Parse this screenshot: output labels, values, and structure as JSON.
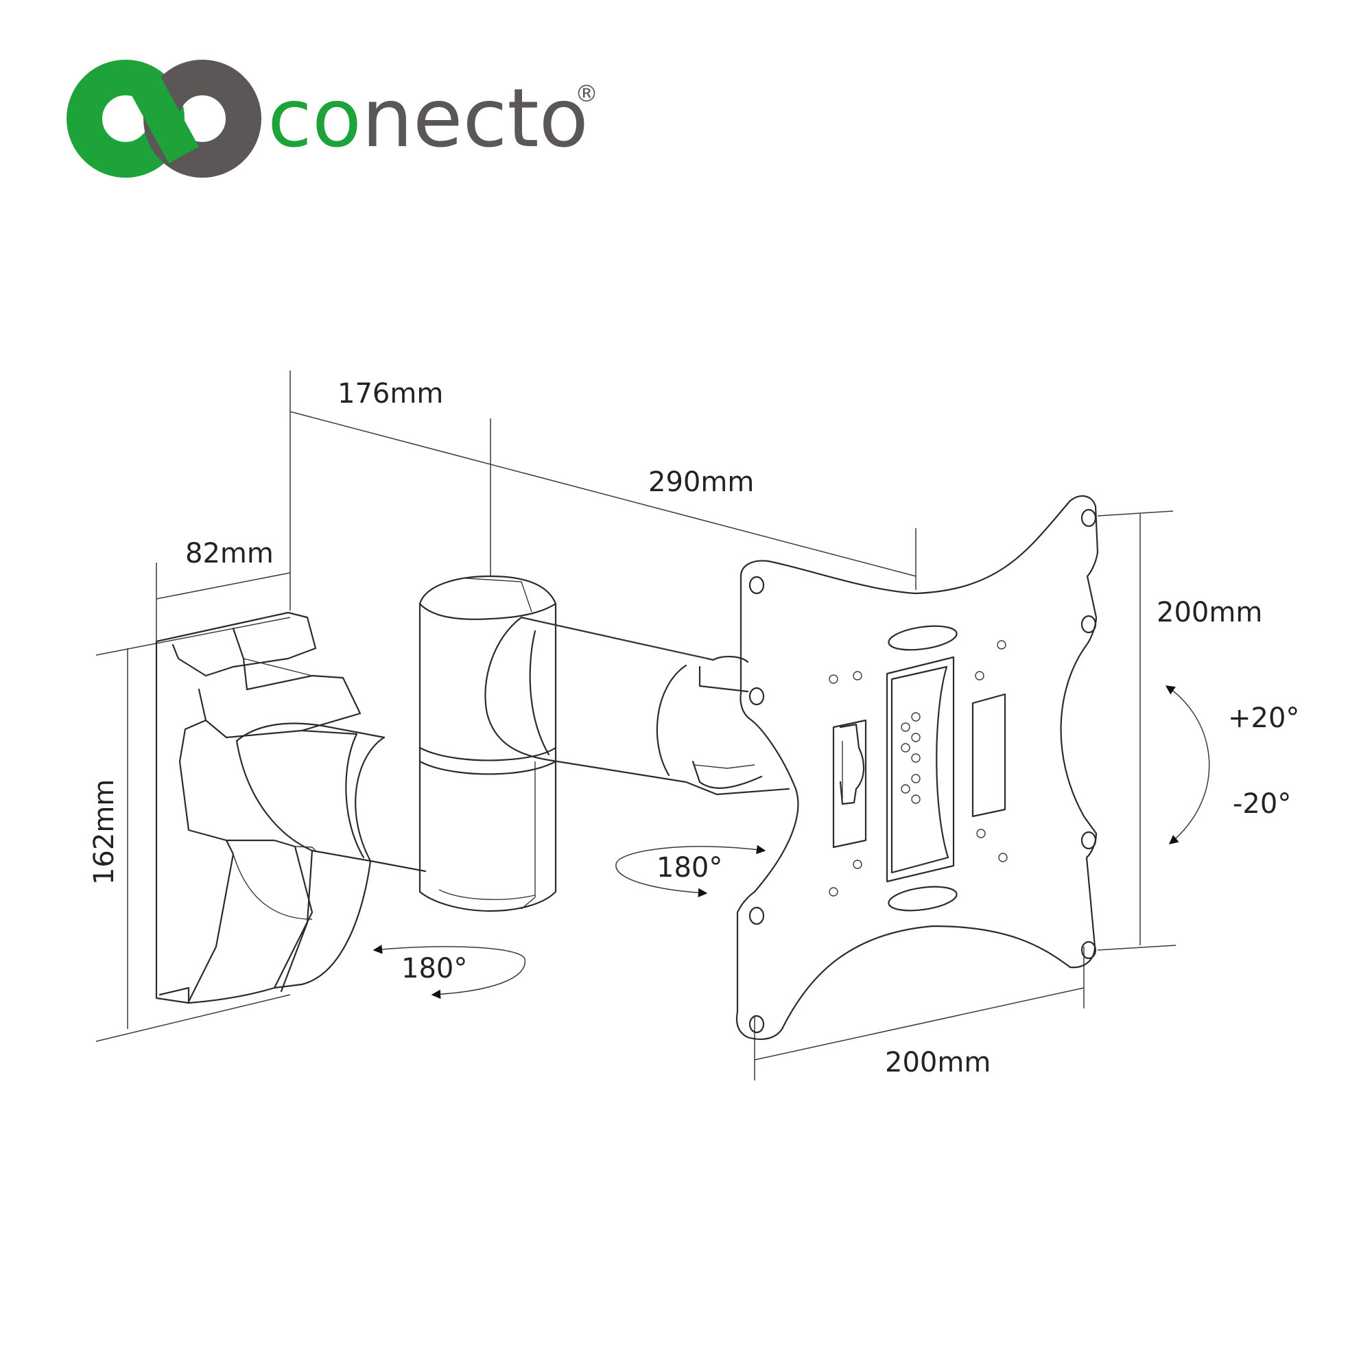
{
  "brand": {
    "name_part1": "co",
    "name_part2": "necto",
    "registered_mark": "®",
    "color_green": "#1ea33a",
    "color_gray": "#5a5756",
    "logo_icon": "infinity-loop-logo-icon"
  },
  "dimensions": {
    "wall_depth": "82mm",
    "arm_first": "176mm",
    "arm_total": "290mm",
    "height": "162mm",
    "vesa_vertical": "200mm",
    "vesa_horizontal": "200mm"
  },
  "rotations": {
    "wall_swivel": "180°",
    "arm_swivel": "180°",
    "tilt_up": "+20°",
    "tilt_down": "-20°"
  }
}
